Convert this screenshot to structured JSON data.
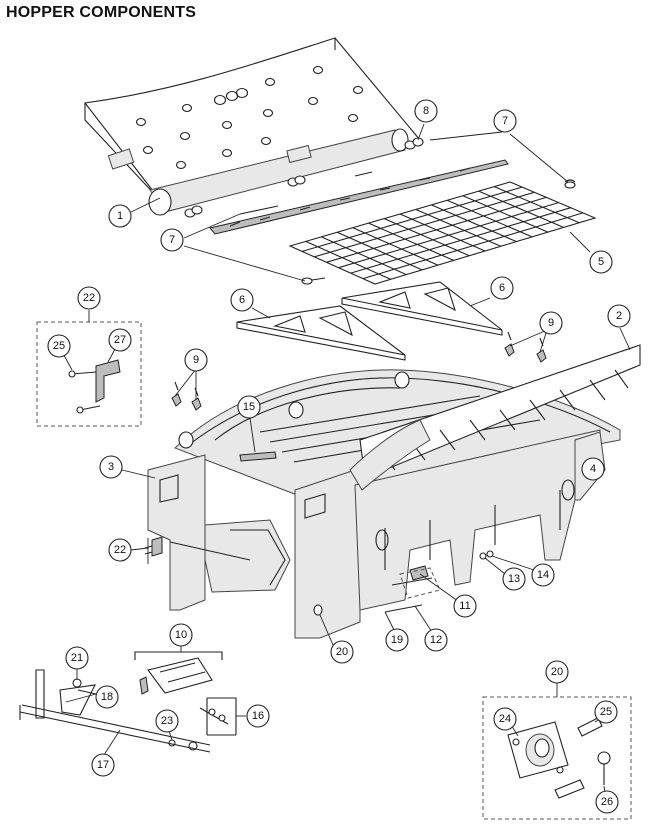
{
  "title": "HOPPER COMPONENTS",
  "callouts": [
    {
      "id": "c1",
      "label": "1"
    },
    {
      "id": "c2",
      "label": "2"
    },
    {
      "id": "c3",
      "label": "3"
    },
    {
      "id": "c4",
      "label": "4"
    },
    {
      "id": "c5",
      "label": "5"
    },
    {
      "id": "c6a",
      "label": "6"
    },
    {
      "id": "c6b",
      "label": "6"
    },
    {
      "id": "c7a",
      "label": "7"
    },
    {
      "id": "c7b",
      "label": "7"
    },
    {
      "id": "c8",
      "label": "8"
    },
    {
      "id": "c9a",
      "label": "9"
    },
    {
      "id": "c9b",
      "label": "9"
    },
    {
      "id": "c10",
      "label": "10"
    },
    {
      "id": "c11",
      "label": "11"
    },
    {
      "id": "c12",
      "label": "12"
    },
    {
      "id": "c13",
      "label": "13"
    },
    {
      "id": "c14",
      "label": "14"
    },
    {
      "id": "c15",
      "label": "15"
    },
    {
      "id": "c16",
      "label": "16"
    },
    {
      "id": "c17",
      "label": "17"
    },
    {
      "id": "c18",
      "label": "18"
    },
    {
      "id": "c19",
      "label": "19"
    },
    {
      "id": "c20a",
      "label": "20"
    },
    {
      "id": "c20b",
      "label": "20"
    },
    {
      "id": "c21",
      "label": "21"
    },
    {
      "id": "c22a",
      "label": "22"
    },
    {
      "id": "c22b",
      "label": "22"
    },
    {
      "id": "c23",
      "label": "23"
    },
    {
      "id": "c24",
      "label": "24"
    },
    {
      "id": "c25a",
      "label": "25"
    },
    {
      "id": "c25b",
      "label": "25"
    },
    {
      "id": "c26",
      "label": "26"
    },
    {
      "id": "c27",
      "label": "27"
    }
  ]
}
